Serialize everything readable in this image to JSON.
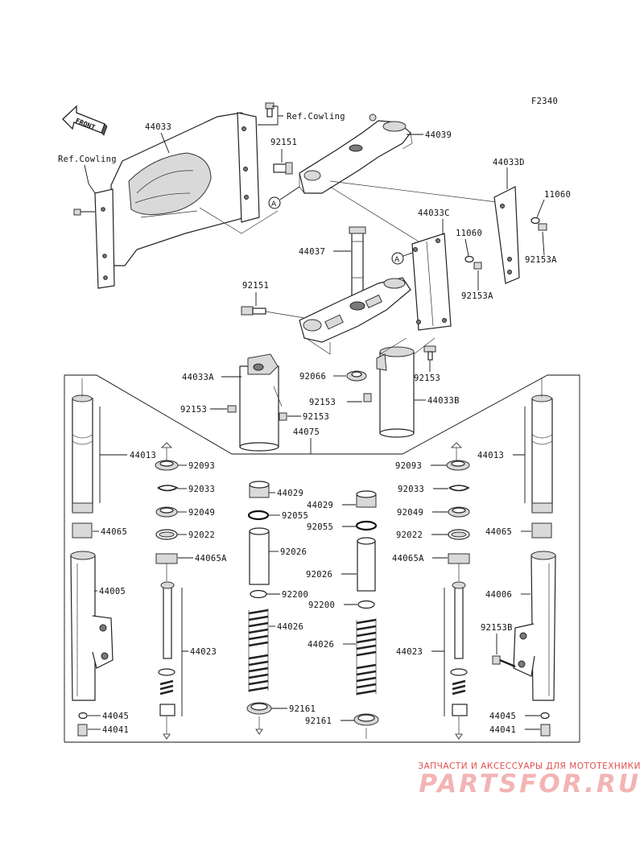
{
  "figure_code": "F2340",
  "front_marker": "FRONT",
  "ref_labels": [
    "Ref.Cowling",
    "Ref.Cowling"
  ],
  "callout_letter": "A",
  "parts": {
    "p44033": "44033",
    "p44039": "44039",
    "p92151a": "92151",
    "p44033D": "44033D",
    "p11060a": "11060",
    "p92153Aa": "92153A",
    "p44033C": "44033C",
    "p11060b": "11060",
    "p92153Ab": "92153A",
    "p44037": "44037",
    "p92151b": "92151",
    "p44033A": "44033A",
    "p92066": "92066",
    "p92153a": "92153",
    "p92153b": "92153",
    "p92153c": "92153",
    "p92153d": "92153",
    "p44033B": "44033B",
    "p44075": "44075",
    "p44013L": "44013",
    "p92093L": "92093",
    "p92033L": "92033",
    "p92049L": "92049",
    "p92022L": "92022",
    "p44065L": "44065",
    "p44065AL": "44065A",
    "p44005": "44005",
    "p44023L": "44023",
    "p44045L": "44045",
    "p44041L": "44041",
    "p44029L": "44029",
    "p92055L": "92055",
    "p92026L": "92026",
    "p92200L": "92200",
    "p44026L": "44026",
    "p92161L": "92161",
    "p44029R": "44029",
    "p92055R": "92055",
    "p92026R": "92026",
    "p92200R": "92200",
    "p44026R": "44026",
    "p92161R": "92161",
    "p92093R": "92093",
    "p92033R": "92033",
    "p92049R": "92049",
    "p92022R": "92022",
    "p44065AR": "44065A",
    "p44013R": "44013",
    "p44065R": "44065",
    "p44006": "44006",
    "p92153B": "92153B",
    "p44023R": "44023",
    "p44045R": "44045",
    "p44041R": "44041"
  },
  "watermark": {
    "tagline": "ЗАПЧАСТИ И АКСЕССУАРЫ ДЛЯ МОТОТЕХНИКИ",
    "brand": "PARTSFOR.RU"
  },
  "colors": {
    "watermark_text": "#e05050",
    "watermark_brand": "#f3b4b4"
  }
}
